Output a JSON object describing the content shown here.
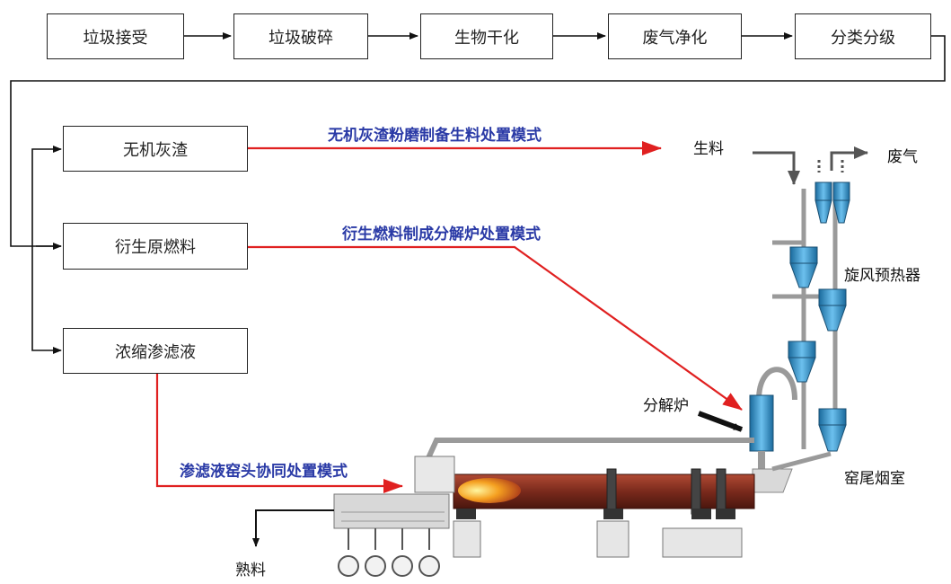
{
  "process_steps": [
    "垃圾接受",
    "垃圾破碎",
    "生物干化",
    "废气净化",
    "分类分级"
  ],
  "outputs": [
    "无机灰渣",
    "衍生原燃料",
    "浓缩渗滤液"
  ],
  "modes": {
    "ash": "无机灰渣粉磨制备生料处置模式",
    "fuel": "衍生燃料制成分解炉处置模式",
    "leachate": "渗滤液窑头协同处置模式"
  },
  "labels": {
    "raw_meal": "生料",
    "exhaust": "废气",
    "preheater": "旋风预热器",
    "calciner": "分解炉",
    "kiln_inlet": "窑尾烟室",
    "clinker": "熟料"
  },
  "colors": {
    "arrow_red": "#e02020",
    "mode_text": "#2a3aa6",
    "kiln": "#7a2a1c",
    "cyclone": "#2b8cc4"
  }
}
